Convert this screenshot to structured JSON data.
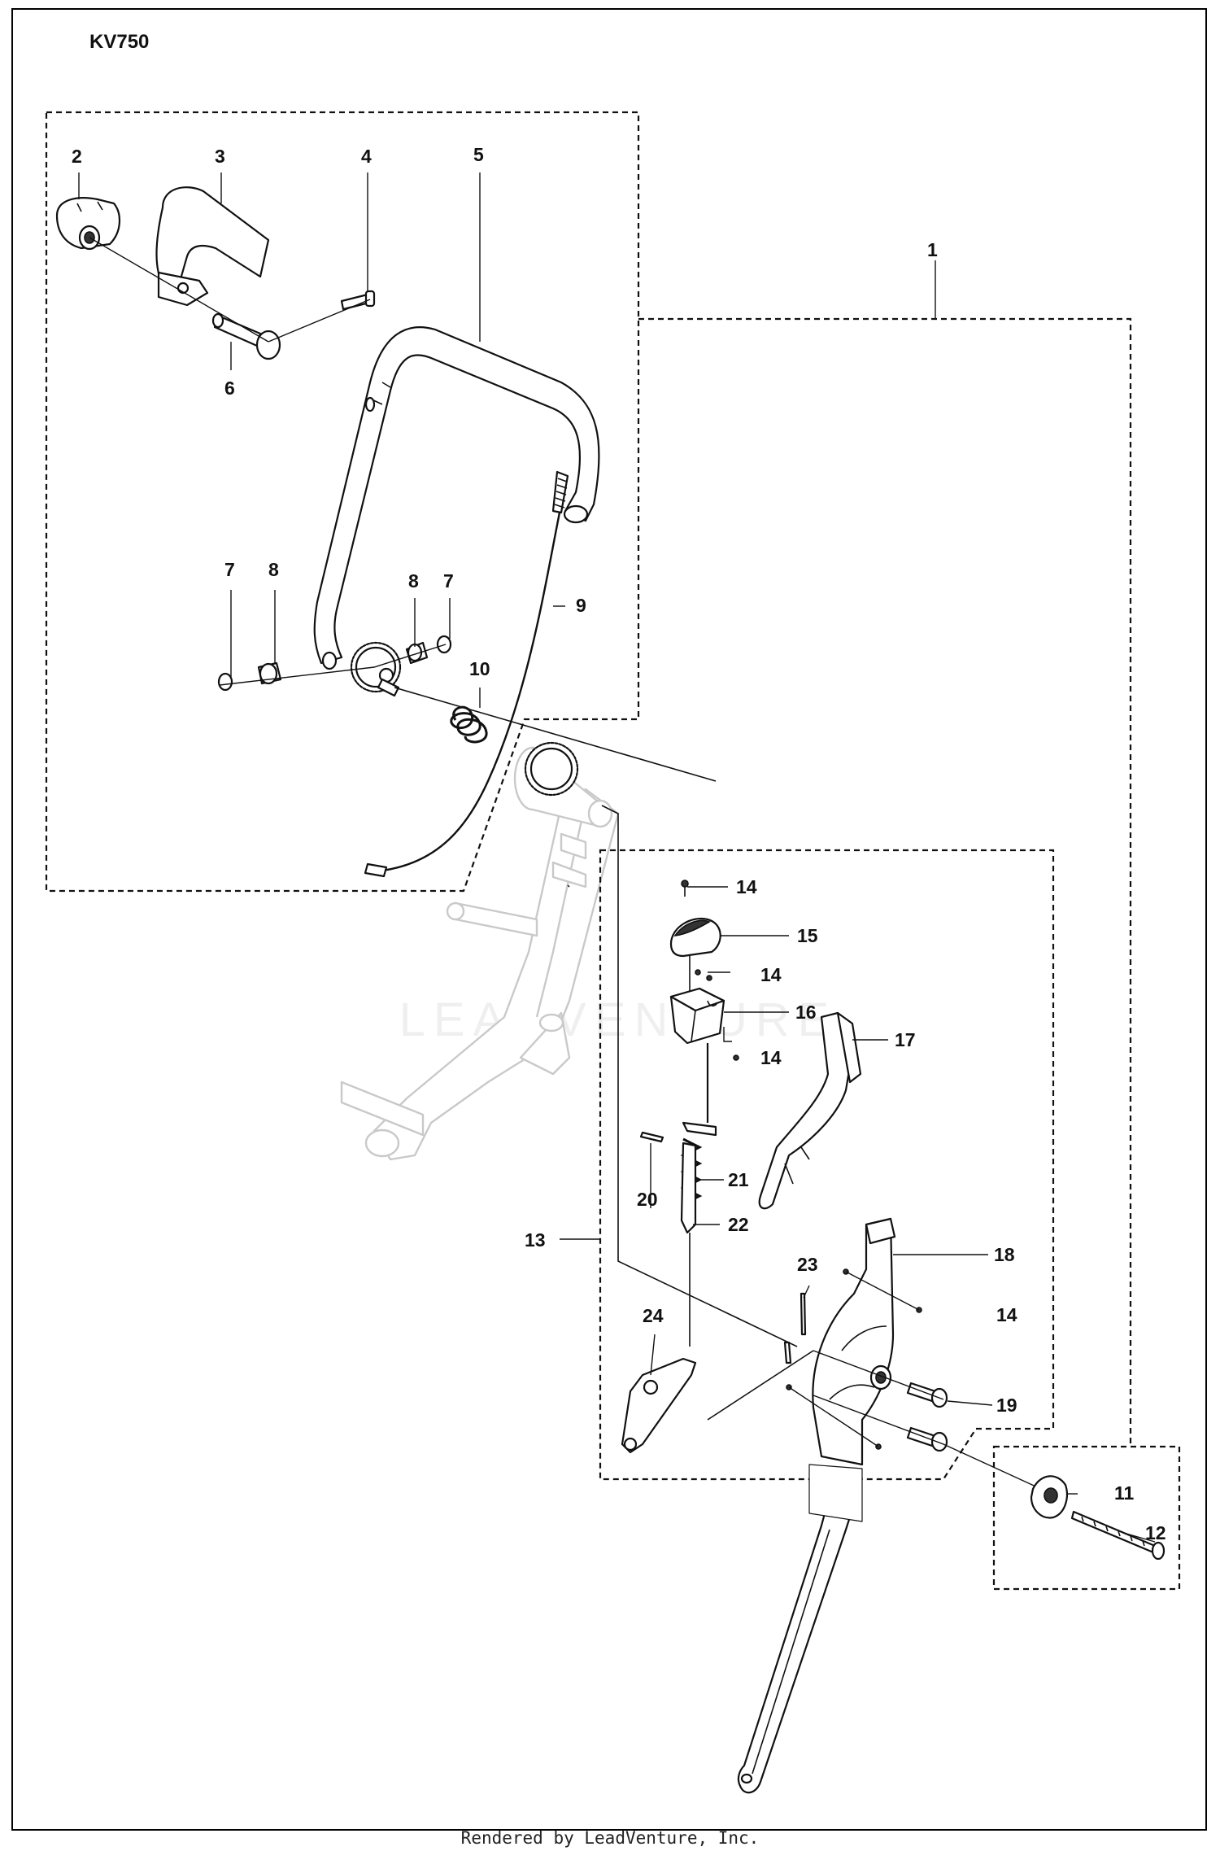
{
  "model": "KV750",
  "footer": "Rendered by LeadVenture, Inc.",
  "watermark": "LEADVENTURE",
  "callouts": [
    {
      "id": "c1",
      "label": "1"
    },
    {
      "id": "c2",
      "label": "2"
    },
    {
      "id": "c3",
      "label": "3"
    },
    {
      "id": "c4",
      "label": "4"
    },
    {
      "id": "c5",
      "label": "5"
    },
    {
      "id": "c6",
      "label": "6"
    },
    {
      "id": "c7a",
      "label": "7"
    },
    {
      "id": "c8a",
      "label": "8"
    },
    {
      "id": "c8b",
      "label": "8"
    },
    {
      "id": "c7b",
      "label": "7"
    },
    {
      "id": "c9",
      "label": "9"
    },
    {
      "id": "c10",
      "label": "10"
    },
    {
      "id": "c11",
      "label": "11"
    },
    {
      "id": "c12",
      "label": "12"
    },
    {
      "id": "c13",
      "label": "13"
    },
    {
      "id": "c14a",
      "label": "14"
    },
    {
      "id": "c15",
      "label": "15"
    },
    {
      "id": "c14b",
      "label": "14"
    },
    {
      "id": "c16",
      "label": "16"
    },
    {
      "id": "c14c",
      "label": "14"
    },
    {
      "id": "c17",
      "label": "17"
    },
    {
      "id": "c20",
      "label": "20"
    },
    {
      "id": "c21",
      "label": "21"
    },
    {
      "id": "c22",
      "label": "22"
    },
    {
      "id": "c18",
      "label": "18"
    },
    {
      "id": "c23",
      "label": "23"
    },
    {
      "id": "c14d",
      "label": "14"
    },
    {
      "id": "c24",
      "label": "24"
    },
    {
      "id": "c19",
      "label": "19"
    }
  ]
}
